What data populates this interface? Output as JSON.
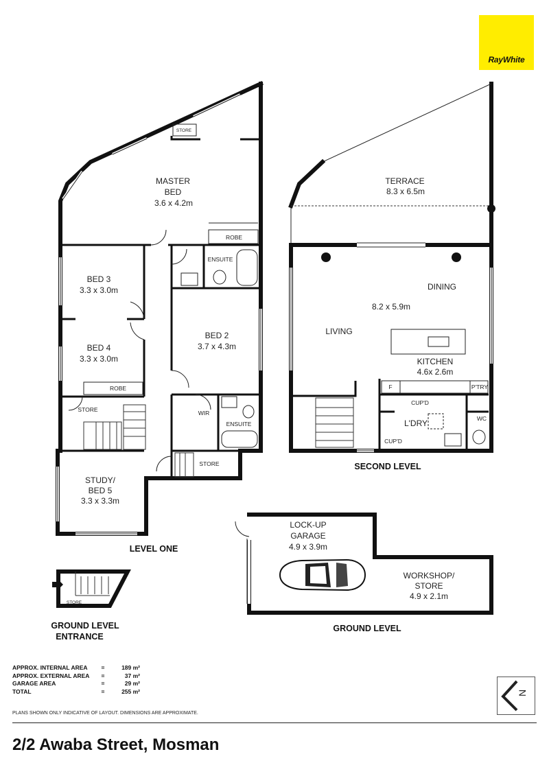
{
  "brand": {
    "name": "RayWhite",
    "color": "#ffed00"
  },
  "rooms": {
    "master": {
      "name1": "MASTER",
      "name2": "BED",
      "dim": "3.6 x 4.2m"
    },
    "store_top": "STORE",
    "robe_top": "ROBE",
    "ensuite_top": "ENSUITE",
    "bed3": {
      "name": "BED 3",
      "dim": "3.3 x 3.0m"
    },
    "bed4": {
      "name": "BED 4",
      "dim": "3.3 x 3.0m"
    },
    "robe_bed4": "ROBE",
    "bed2": {
      "name": "BED 2",
      "dim": "3.7 x 4.3m"
    },
    "store_l1": "STORE",
    "wir": "WIR",
    "ensuite_l1": "ENSUITE",
    "store_l1b": "STORE",
    "study": {
      "name1": "STUDY/",
      "name2": "BED 5",
      "dim": "3.3 x 3.3m"
    },
    "terrace": {
      "name": "TERRACE",
      "dim": "8.3 x 6.5m"
    },
    "dining": "DINING",
    "living_dim": "8.2 x 5.9m",
    "living": "LIVING",
    "kitchen": {
      "name": "KITCHEN",
      "dim": "4.6x 2.6m"
    },
    "fridge": "F",
    "pantry": "P'TRY",
    "cupd1": "CUP'D",
    "laundry": "L'DRY",
    "cupd2": "CUP'D",
    "wc": "WC",
    "garage": {
      "name1": "LOCK-UP",
      "name2": "GARAGE",
      "dim": "4.9 x 3.9m"
    },
    "workshop": {
      "name1": "WORKSHOP/",
      "name2": "STORE",
      "dim": "4.9 x 2.1m"
    },
    "store_entry": "STORE"
  },
  "levels": {
    "level_one": "LEVEL ONE",
    "second_level": "SECOND LEVEL",
    "ground_level": "GROUND LEVEL",
    "ground_entrance_1": "GROUND LEVEL",
    "ground_entrance_2": "ENTRANCE"
  },
  "areas": [
    {
      "label": "APPROX. INTERNAL AREA",
      "eq": "=",
      "value": "189 m²"
    },
    {
      "label": "APPROX. EXTERNAL AREA",
      "eq": "=",
      "value": "37 m²"
    },
    {
      "label": "GARAGE AREA",
      "eq": "=",
      "value": "29 m²"
    },
    {
      "label": "TOTAL",
      "eq": "=",
      "value": "255 m²"
    }
  ],
  "disclaimer": "PLANS SHOWN ONLY INDICATIVE OF LAYOUT.  DIMENSIONS ARE APPROXIMATE.",
  "address": "2/2 Awaba Street, Mosman",
  "compass_letter": "N"
}
